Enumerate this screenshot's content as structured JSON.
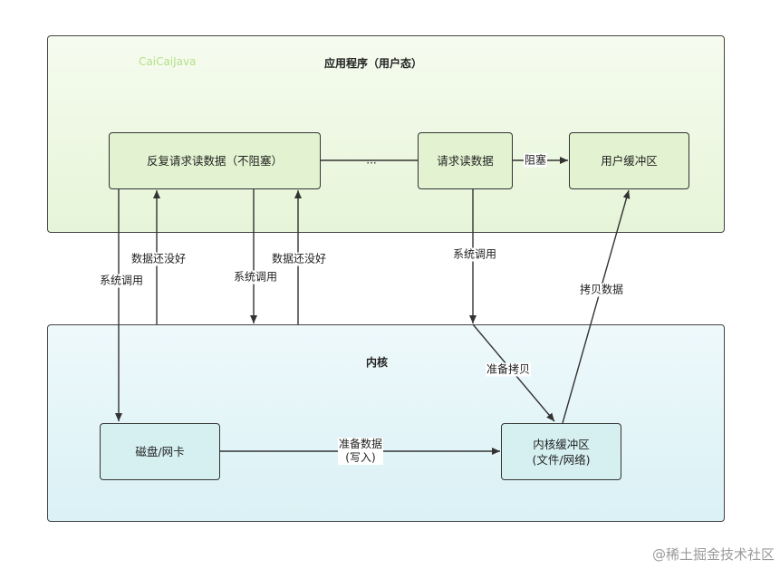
{
  "regions": {
    "user_space": {
      "title": "应用程序（用户态）",
      "brand": "CaiCaiJava"
    },
    "kernel": {
      "title": "内核"
    }
  },
  "nodes": {
    "nonblocking_read": "反复请求读数据（不阻塞）",
    "request_read": "请求读数据",
    "user_buffer": "用户缓冲区",
    "disk_nic": "磁盘/网卡",
    "kernel_buffer": "内核缓冲区\n(文件/网络)"
  },
  "edges": {
    "ellipsis": "...",
    "blocking": "阻塞",
    "syscall_1": "系统调用",
    "data_not_ready_1": "数据还没好",
    "syscall_2": "系统调用",
    "data_not_ready_2": "数据还没好",
    "syscall_3": "系统调用",
    "prepare_copy": "准备拷贝",
    "copy_data": "拷贝数据",
    "prepare_data": "准备数据\n(写入)"
  },
  "footer": {
    "watermark": "@稀土掘金技术社区"
  }
}
